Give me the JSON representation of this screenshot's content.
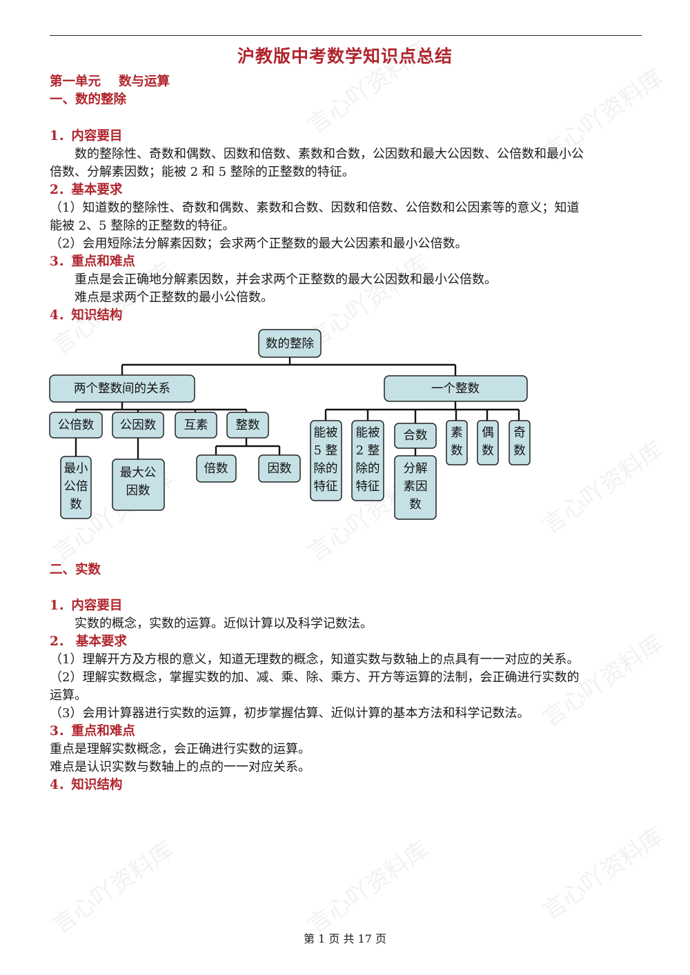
{
  "doc_title": "沪教版中考数学知识点总结",
  "unit": {
    "label": "第一单元",
    "name": "数与运算"
  },
  "section1": {
    "heading": "一、数的整除",
    "h1": "1．内容要目",
    "content_1": "数的整除性、奇数和偶数、因数和倍数、素数和合数，公因数和最大公因数、公倍数和最小公",
    "content_2": "倍数、分解素因数；能被 2 和 5 整除的正整数的特征。",
    "h2": "2．基本要求",
    "req1_1": "（1）知道数的整除性、奇数和偶数、素数和合数、因数和倍数、公倍数和公因素等的意义；知道",
    "req1_2": "能被 2、5 整除的正整数的特征。",
    "req2": "（2）会用短除法分解素因数；会求两个正整数的最大公因素和最小公倍数。",
    "h3": "3．重点和难点",
    "key": "重点是会正确地分解素因数，并会求两个正整数的最大公因数和最小公倍数。",
    "difficulty": "难点是求两个正整数的最小公倍数。",
    "h4": "4．知识结构"
  },
  "tree": {
    "root": "数的整除",
    "left": "两个整数间的关系",
    "right": "一个整数",
    "lcm": "公倍数",
    "gcd": "公因数",
    "coprime": "互素",
    "divide": "整数",
    "lcm_child": [
      "最小",
      "公倍",
      "数"
    ],
    "gcd_child": [
      "最大公",
      "因数"
    ],
    "multiple": "倍数",
    "factor": "因数",
    "div5": [
      "能被",
      "5 整",
      "除的",
      "特征"
    ],
    "div2": [
      "能被",
      "2 整",
      "除的",
      "特征"
    ],
    "composite": "合数",
    "composite_child": [
      "分解",
      "素因",
      "数"
    ],
    "prime": [
      "素",
      "数"
    ],
    "even": [
      "偶",
      "数"
    ],
    "odd": [
      "奇",
      "数"
    ]
  },
  "section2": {
    "heading": "二、实数",
    "h1": "1．内容要目",
    "content": "实数的概念，实数的运算。近似计算以及科学记数法。",
    "h2": "2．  基本要求",
    "req1": "（1）理解开方及方根的意义，知道无理数的概念，知道实数与数轴上的点具有一一对应的关系。",
    "req2_1": "（2）理解实数概念，掌握实数的加、减、乘、除、乘方、开方等运算的法制，会正确进行实数的",
    "req2_2": "运算。",
    "req3": "（3）会用计算器进行实数的运算，初步掌握估算、近似计算的基本方法和科学记数法。",
    "h3": "3．重点和难点",
    "key": "重点是理解实数概念，会正确进行实数的运算。",
    "difficulty": "难点是认识实数与数轴上的点的一一对应关系。",
    "h4": "4．知识结构"
  },
  "footer": "第 1 页 共 17 页",
  "watermark": "言心吖资料库",
  "colors": {
    "heading": "#b0242c",
    "box_fill": "#c6e1e6"
  }
}
